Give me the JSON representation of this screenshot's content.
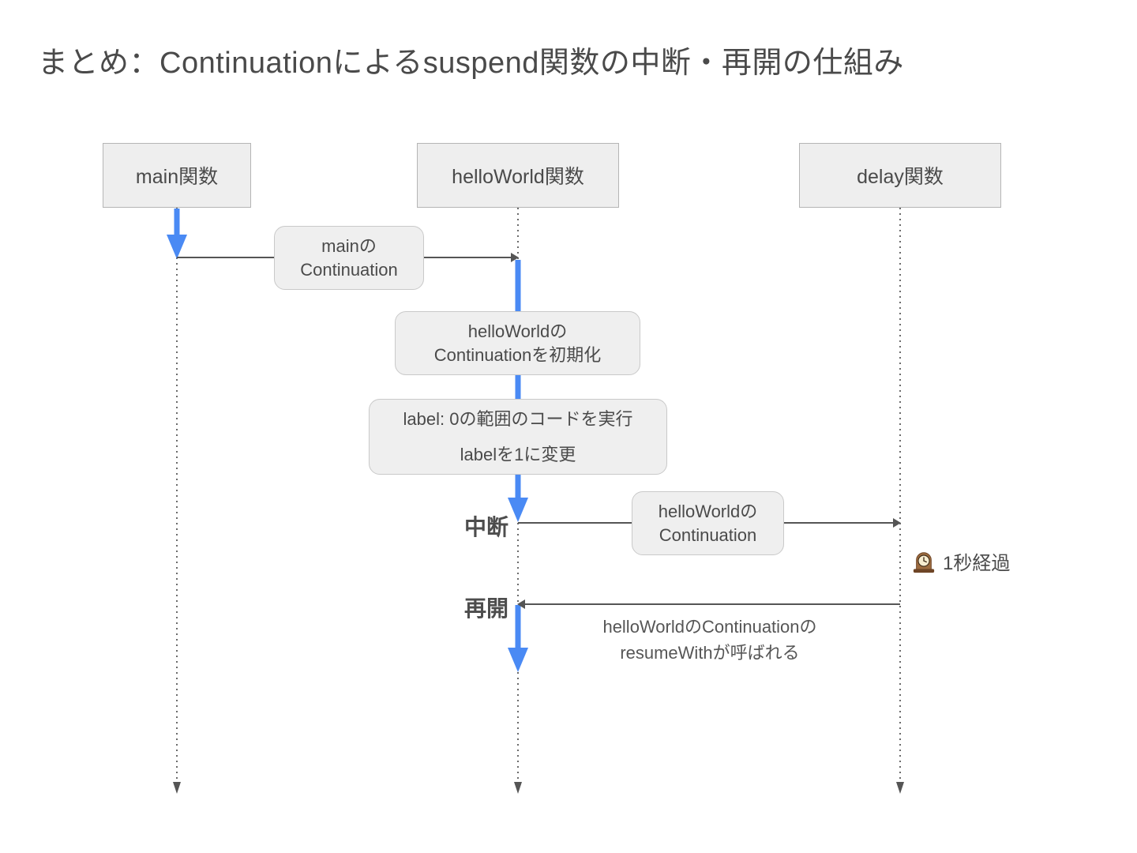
{
  "title": "まとめ：Continuationによるsuspend関数の中断・再開の仕組み",
  "colors": {
    "accent_blue": "#4a8af4",
    "line_gray": "#555555",
    "lifeline_gray": "#6b6b6b",
    "box_fill": "#eeeeee",
    "box_border": "#b5b5b5",
    "note_fill": "#efefef",
    "note_border": "#c9c9c9",
    "ink": "#4a4a4a"
  },
  "lifelines": [
    {
      "label": "main関数"
    },
    {
      "label": "helloWorld関数"
    },
    {
      "label": "delay関数"
    }
  ],
  "notes": {
    "main_continuation": "mainの\nContinuation",
    "init_continuation": "helloWorldの\nContinuationを初期化",
    "label_exec": "label: 0の範囲のコードを実行\nlabelを1に変更",
    "helloworld_continuation": "helloWorldの\nContinuation",
    "resume_with": "helloWorldのContinuationの\nresumeWithが呼ばれる"
  },
  "markers": {
    "suspend": "中断",
    "resume": "再開",
    "elapsed": "1秒経過"
  },
  "icons": {
    "elapsed_clock": "mantel-clock-icon"
  }
}
